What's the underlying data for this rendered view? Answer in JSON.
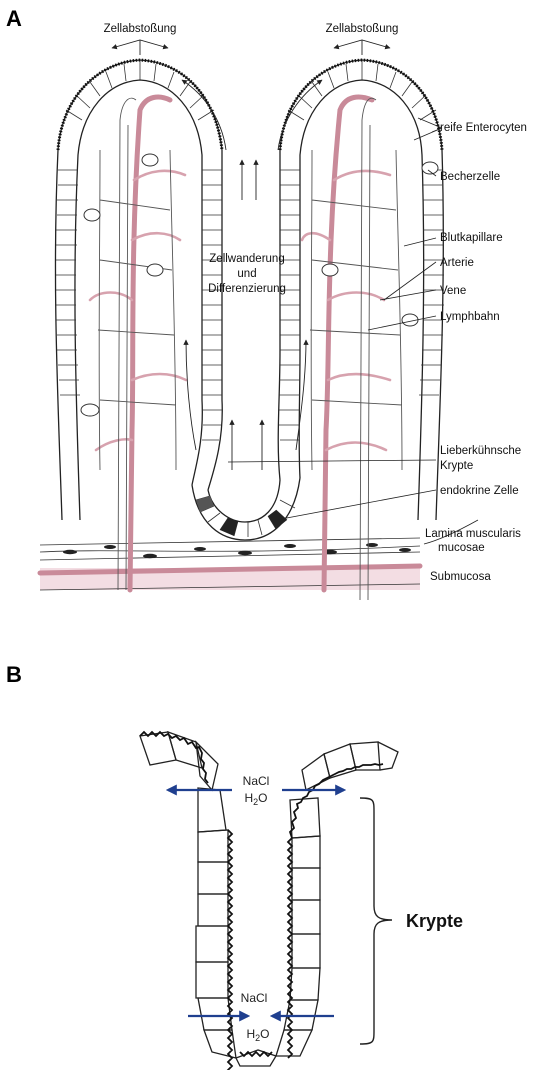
{
  "panels": {
    "a": {
      "letter": "A",
      "labels": {
        "cell_shedding_left": "Zellabstoßung",
        "cell_shedding_right": "Zellabstoßung",
        "mature_enterocytes": "reife Enterocyten",
        "goblet_cell": "Becherzelle",
        "blood_capillary": "Blutkapillare",
        "artery": "Arterie",
        "vein": "Vene",
        "lymph_vessel": "Lymphbahn",
        "migration_line1": "Zellwanderung",
        "migration_line2": "und",
        "migration_line3": "Differenzierung",
        "crypt_line1": "Lieberkühnsche",
        "crypt_line2": "Krypte",
        "endocrine_cell": "endokrine Zelle",
        "muscularis_line1": "Lamina muscularis",
        "muscularis_line2": "mucosae",
        "submucosa": "Submucosa"
      }
    },
    "b": {
      "letter": "B",
      "labels": {
        "crypt": "Krypte",
        "nacl_top": "NaCl",
        "water_top": "H",
        "water_top_sub": "2",
        "water_top_o": "O",
        "nacl_bottom": "NaCl",
        "water_bottom": "H",
        "water_bottom_sub": "2",
        "water_bottom_o": "O"
      }
    }
  },
  "colors": {
    "vessel": "#c98a99",
    "submucosa_band": "#e9c6cf",
    "arrow_blue": "#1f3f8f",
    "endocrine_fill": "#222222"
  }
}
